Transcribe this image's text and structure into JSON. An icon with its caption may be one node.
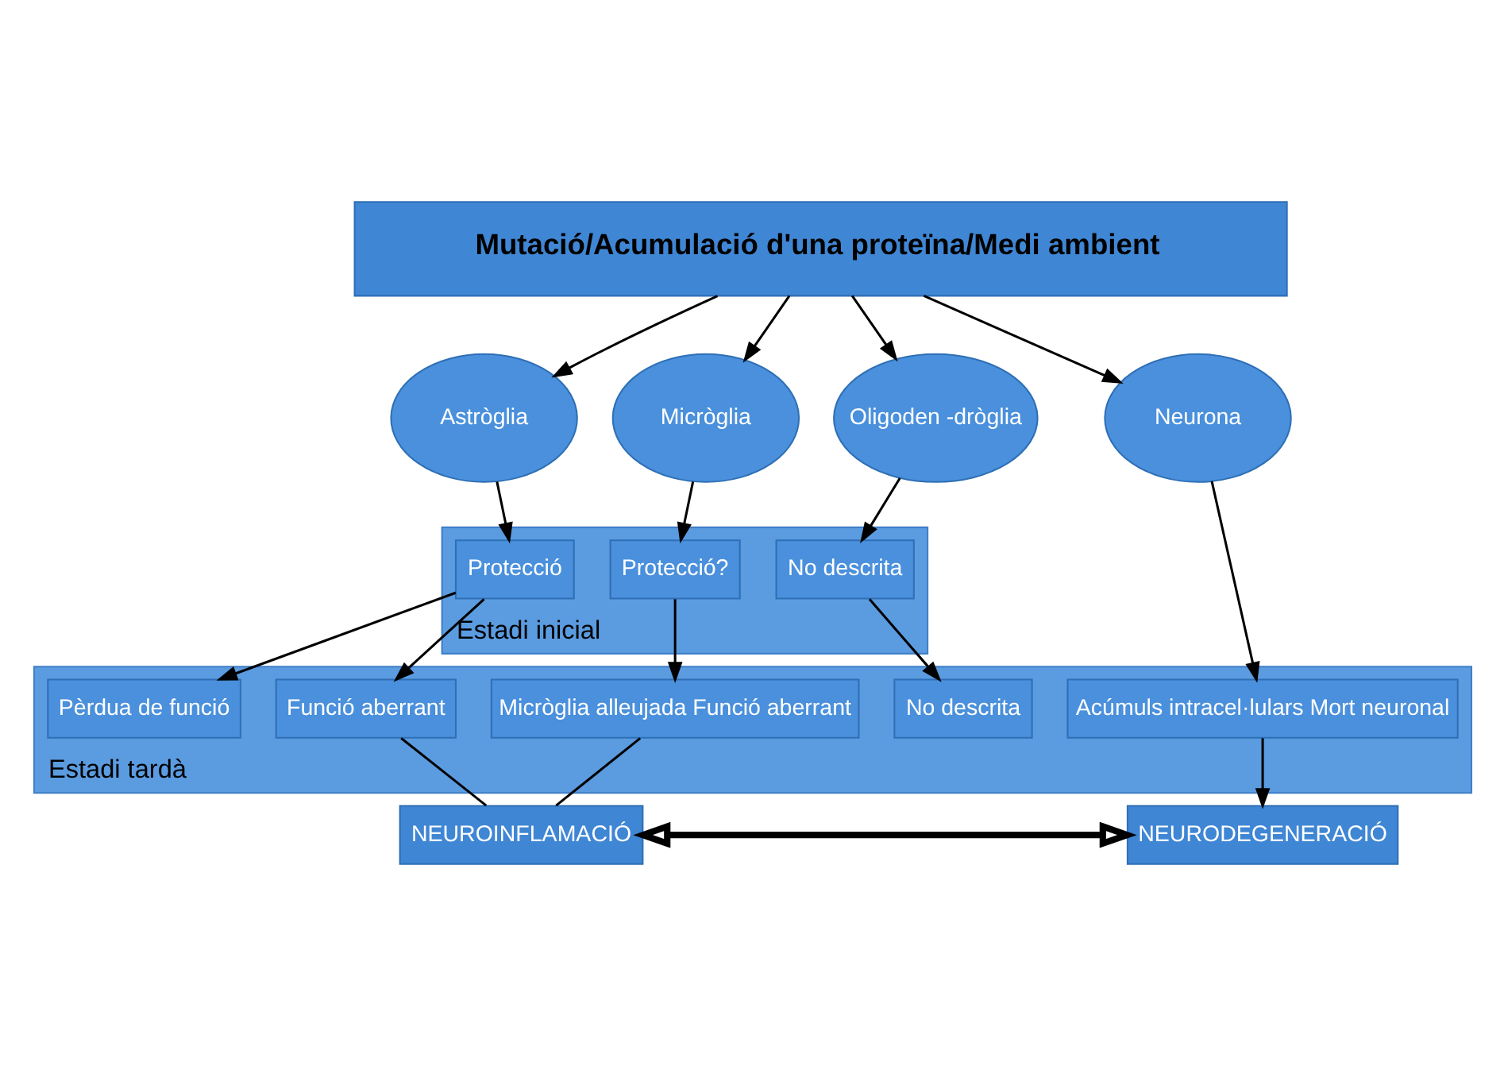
{
  "diagram": {
    "nodes": [
      {
        "text": [
          "Mutació/Acumulació d'una proteïna/Medi ambient"
        ]
      },
      {
        "text": [
          "Astròglia"
        ]
      },
      {
        "text": [
          "Micròglia"
        ]
      },
      {
        "text": [
          "Oligoden -dròglia"
        ]
      },
      {
        "text": [
          "Neurona"
        ]
      },
      {
        "text": [
          "Estadi inicial"
        ]
      },
      {
        "text": [
          "Protecció"
        ],
        "in": 5
      },
      {
        "text": [
          "Protecció?"
        ],
        "in": 5
      },
      {
        "text": [
          "No descrita"
        ],
        "in": 5
      },
      {
        "text": [
          "Estadi tardà"
        ]
      },
      {
        "text": [
          "Pèrdua de funció"
        ],
        "in": 9
      },
      {
        "text": [
          "Funció aberrant"
        ],
        "in": 9
      },
      {
        "text": [
          "Micròglia alleujada Funció aberrant"
        ],
        "in": 9
      },
      {
        "text": [
          "No descrita"
        ],
        "in": 9
      },
      {
        "text": [
          "Acúmuls intracel·lulars Mort neuronal"
        ],
        "in": 9
      },
      {
        "text": [
          "NEUROINFLAMACIÓ"
        ]
      },
      {
        "text": [
          "NEURODEGENERACIÓ"
        ]
      }
    ],
    "edges": [
      {
        "from": 0,
        "to": 1,
        "arrow": "to"
      },
      {
        "from": 0,
        "to": 2,
        "arrow": "to"
      },
      {
        "from": 0,
        "to": 3,
        "arrow": "to"
      },
      {
        "from": 0,
        "to": 4,
        "arrow": "to"
      },
      {
        "from": 1,
        "to": 6,
        "arrow": "to"
      },
      {
        "from": 2,
        "to": 7,
        "arrow": "to"
      },
      {
        "from": 3,
        "to": 8,
        "arrow": "to"
      },
      {
        "from": 6,
        "to": 10,
        "arrow": "to"
      },
      {
        "from": 6,
        "to": 11,
        "arrow": "to"
      },
      {
        "from": 7,
        "to": 12,
        "arrow": "to"
      },
      {
        "from": 8,
        "to": 13,
        "arrow": "to"
      },
      {
        "from": 4,
        "to": 14,
        "arrow": "to"
      },
      {
        "from": 11,
        "to": 15,
        "arrow": "none"
      },
      {
        "from": 12,
        "to": 15,
        "arrow": "none"
      },
      {
        "from": 14,
        "to": 16,
        "arrow": "to"
      },
      {
        "from": 15,
        "to": 16,
        "arrow": "both",
        "style": "thick"
      }
    ]
  }
}
